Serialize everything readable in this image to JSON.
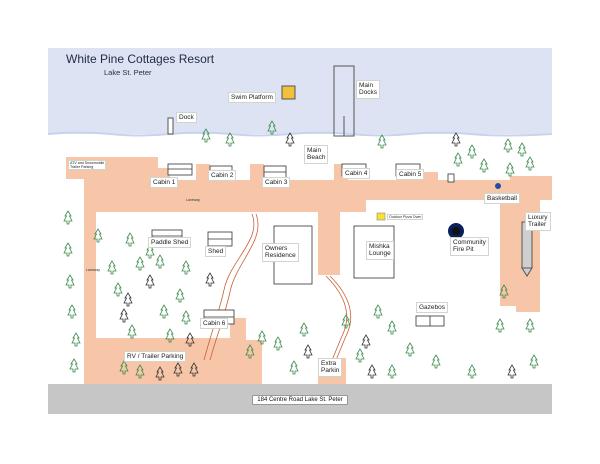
{
  "header": {
    "title": "White Pine Cottages Resort",
    "subtitle": "Lake St. Peter"
  },
  "water": {
    "swim_platform": "Swim Platform",
    "main_docks": "Main\nDocks",
    "dock": "Dock"
  },
  "beach": {
    "main_beach": "Main\nBeach"
  },
  "cabins": [
    "Cabin 1",
    "Cabin 2",
    "Cabin 3",
    "Cabin 4",
    "Cabin 5",
    "Cabin 6"
  ],
  "buildings": {
    "paddle_shed": "Paddle Shed",
    "shed": "Shed",
    "owners_residence": "Owners\nResidence",
    "mishka_lounge": "Mishka\nLounge",
    "community_fire_pit": "Community\nFire Pit",
    "basketball": "Basketball",
    "luxury_trailer": "Luxury\nTrailer",
    "gazebos": "Gazebos",
    "outdoor_pizza_oven": "Outdoor Pizza Oven"
  },
  "parking": {
    "atv_snowmobile": "ATV and Snowmobile\nTrailer Parking",
    "rv_trailer": "RV / Trailer Parking",
    "extra_parking": "Extra\nParkin"
  },
  "lanes": {
    "top": "Laneway",
    "left": "Laneway"
  },
  "road": {
    "address": "184 Centre Road Lake St. Peter"
  },
  "colors": {
    "lake": "#dde3f3",
    "lane": "#f7c6a8",
    "road": "#c6c6c6",
    "tree_green": "#3a8a4a",
    "tree_dark": "#333333",
    "platform": "#f2c03a"
  }
}
